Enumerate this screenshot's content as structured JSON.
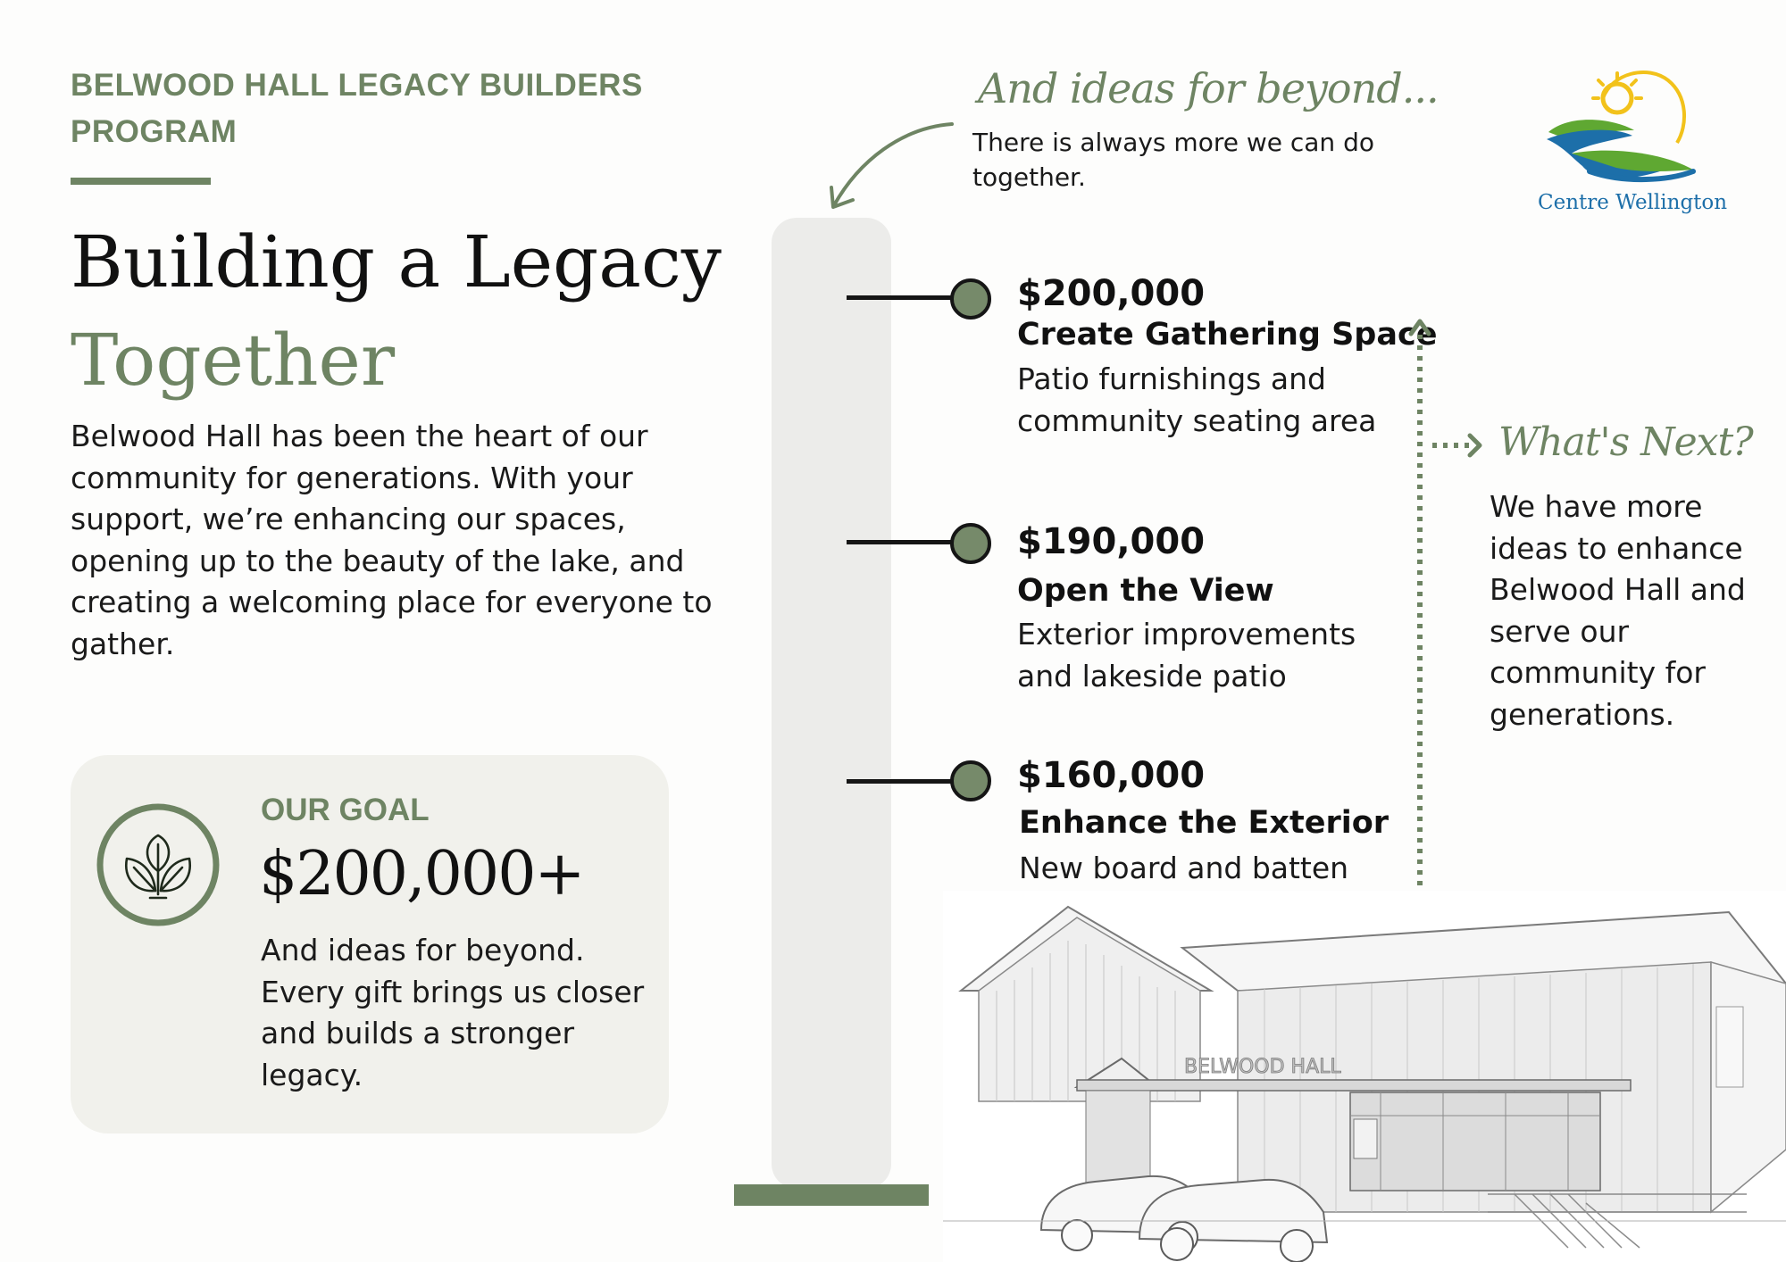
{
  "header": {
    "program_name": "BELWOOD HALL LEGACY BUILDERS PROGRAM",
    "title_line1": "Building a Legacy",
    "title_line2": "Together"
  },
  "intro": {
    "text": "Belwood Hall has been the heart of our community for generations. With your support, we’re enhancing our spaces, opening up to the beauty of the lake, and creating a welcoming place for everyone to gather."
  },
  "goal": {
    "label": "OUR GOAL",
    "amount": "$200,000+",
    "text": "And ideas for beyond. Every gift brings us closer and builds a stronger legacy.",
    "icon": "leaf-icon"
  },
  "milestones": [
    {
      "amount": "$200,000",
      "title": "Create Gathering Space",
      "description": "Patio furnishings and community seating area"
    },
    {
      "amount": "$190,000",
      "title": "Open the View",
      "description": "Exterior improvements and lakeside patio"
    },
    {
      "amount": "$160,000",
      "title": "Enhance the Exterior",
      "description": "New board and batten exterior"
    }
  ],
  "beyond": {
    "title": "And ideas for beyond...",
    "text": "There is always more we can do together."
  },
  "whats_next": {
    "title": "What's Next?",
    "text": "We have more ideas to enhance Belwood Hall and serve our community for generations."
  },
  "logo": {
    "text": "Centre Wellington",
    "icon": "sun-river-logo-icon"
  },
  "building_sign": "BELWOOD HALL",
  "colors": {
    "accent_green": "#6e8463",
    "card_bg": "#f1f1ec",
    "thermometer": "#ececea",
    "logo_blue": "#1d6fa9",
    "logo_yellow": "#f2c21b",
    "logo_green": "#5fa832"
  }
}
